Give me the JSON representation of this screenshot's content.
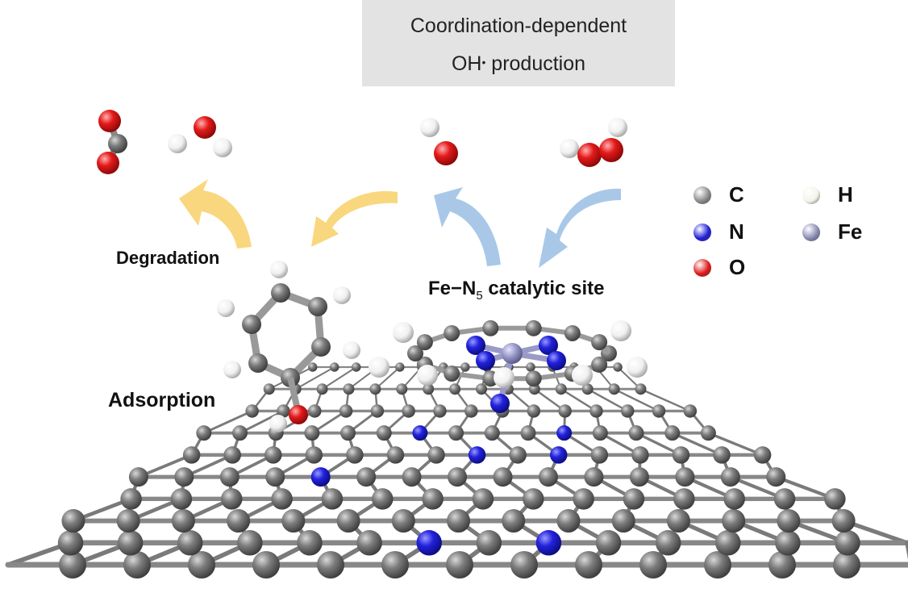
{
  "header": {
    "line1": "Coordination-dependent",
    "line2_main": "OH",
    "line2_sup": "•",
    "line2_rest": " production"
  },
  "labels": {
    "degradation": "Degradation",
    "adsorption": "Adsorption",
    "site_prefix": "Fe−N",
    "site_sub": "5",
    "site_suffix": " catalytic site"
  },
  "legend": [
    {
      "symbol": "C",
      "color": "#8a8a8a"
    },
    {
      "symbol": "N",
      "color": "#2020d8"
    },
    {
      "symbol": "O",
      "color": "#e01818"
    },
    {
      "symbol": "H",
      "color": "#f4f4ea"
    },
    {
      "symbol": "Fe",
      "color": "#8a8ab4"
    }
  ],
  "colors": {
    "degradation_arrow": "#f9d77e",
    "production_arrow": "#a9c8e8",
    "carbon": "#7c7c7c",
    "bond": "#8a8a8a"
  }
}
